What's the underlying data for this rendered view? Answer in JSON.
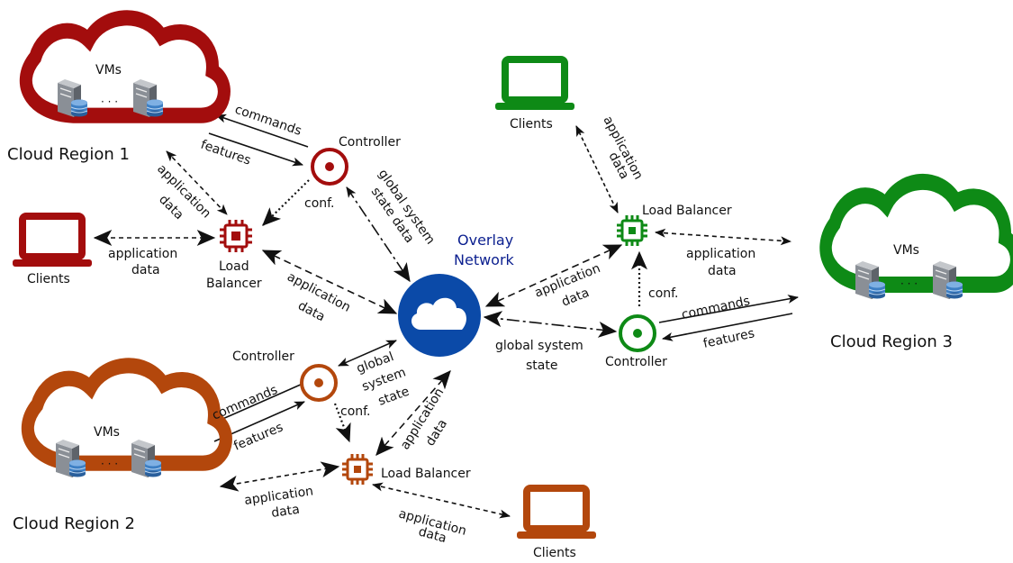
{
  "colors": {
    "region1": "#a30d0d",
    "region2": "#b3470c",
    "region3": "#0e8a16",
    "overlay": "#0b4aa8",
    "overlay_text": "#0b1f8f",
    "arrow": "#111111"
  },
  "overlay": {
    "label_line1": "Overlay",
    "label_line2": "Network",
    "icon": "cloud-icon"
  },
  "regions": [
    {
      "name": "Cloud Region 1",
      "vms_label": "VMs",
      "dots": "· · ·"
    },
    {
      "name": "Cloud Region 2",
      "vms_label": "VMs",
      "dots": "· · ·"
    },
    {
      "name": "Cloud Region 3",
      "vms_label": "VMs",
      "dots": "· · ·"
    }
  ],
  "nodes": {
    "controller": "Controller",
    "load_balancer_line1": "Load",
    "load_balancer_line2": "Balancer",
    "load_balancer": "Load Balancer",
    "clients": "Clients"
  },
  "edge_labels": {
    "commands": "commands",
    "features": "features",
    "conf": "conf.",
    "application": "application",
    "data": "data",
    "global_system": "global system",
    "state_data": "state data",
    "state": "state",
    "global": "global",
    "system": "system"
  }
}
